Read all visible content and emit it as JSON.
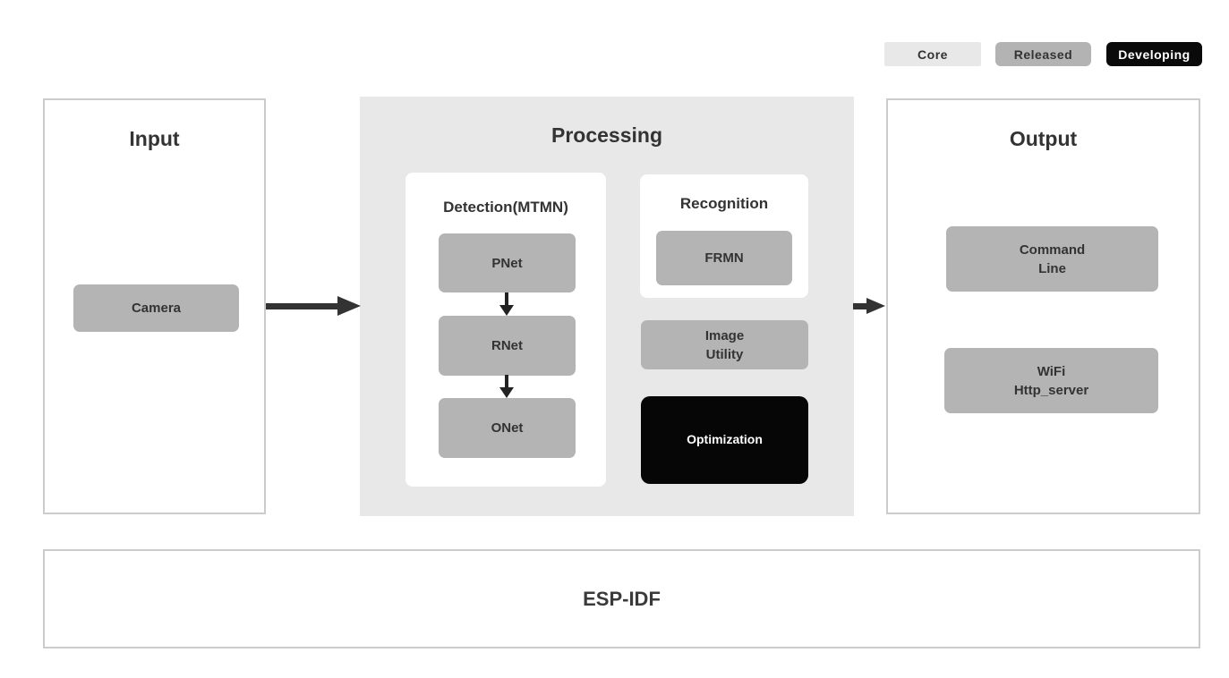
{
  "legend": {
    "items": [
      {
        "label": "Core",
        "color": "#e8e8e8",
        "text_color": "#333333"
      },
      {
        "label": "Released",
        "color": "#b3b3b3",
        "text_color": "#333333"
      },
      {
        "label": "Developing",
        "color": "#0a0a0a",
        "text_color": "#ffffff"
      }
    ]
  },
  "sections": {
    "input": {
      "title": "Input",
      "nodes": [
        {
          "label": "Camera",
          "status": "released"
        }
      ]
    },
    "processing": {
      "title": "Processing",
      "groups": [
        {
          "title": "Detection(MTMN)",
          "nodes": [
            {
              "label": "PNet",
              "status": "released"
            },
            {
              "label": "RNet",
              "status": "released"
            },
            {
              "label": "ONet",
              "status": "released"
            }
          ],
          "flow": "PNet -> RNet -> ONet"
        },
        {
          "title": "Recognition",
          "nodes": [
            {
              "label": "FRMN",
              "status": "released"
            }
          ]
        }
      ],
      "nodes": [
        {
          "label": "Image\nUtility",
          "status": "released"
        },
        {
          "label": "Optimization",
          "status": "developing"
        }
      ]
    },
    "output": {
      "title": "Output",
      "nodes": [
        {
          "label": "Command\nLine",
          "status": "released"
        },
        {
          "label": "WiFi\nHttp_server",
          "status": "released"
        }
      ]
    },
    "foundation": {
      "title": "ESP-IDF"
    }
  },
  "flows": [
    {
      "from": "Input",
      "to": "Processing"
    },
    {
      "from": "Processing",
      "to": "Output"
    }
  ],
  "colors": {
    "page_background": "#ffffff",
    "processing_background": "#e8e8e8",
    "node_gray": "#b4b4b4",
    "node_black": "#060606",
    "panel_border": "#cccccc",
    "arrow": "#333333",
    "text": "#333333"
  }
}
